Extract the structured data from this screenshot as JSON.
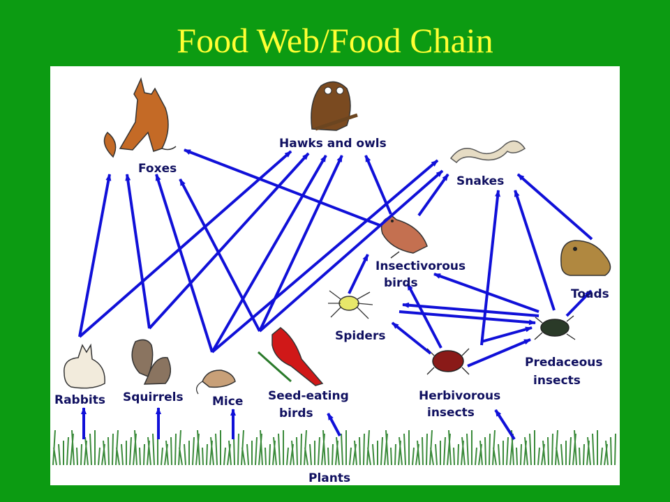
{
  "slide": {
    "title": "Food Web/Food Chain",
    "colors": {
      "background": "#0c9b12",
      "title": "#ffff33",
      "arrow": "#1010d8",
      "label": "#101060",
      "panel": "#ffffff"
    }
  },
  "organisms": {
    "foxes": "Foxes",
    "hawks_owls": "Hawks and owls",
    "snakes": "Snakes",
    "insectivorous_birds": [
      "Insectivorous",
      "birds"
    ],
    "toads": "Toads",
    "spiders": "Spiders",
    "predaceous_insects": [
      "Predaceous",
      "insects"
    ],
    "herbivorous_insects": [
      "Herbivorous",
      "insects"
    ],
    "rabbits": "Rabbits",
    "squirrels": "Squirrels",
    "mice": "Mice",
    "seed_eating_birds": [
      "Seed-eating",
      "birds"
    ],
    "plants": "Plants"
  },
  "icons": [
    "fox-icon",
    "owl-icon",
    "snake-icon",
    "bird-icon",
    "toad-icon",
    "spider-icon",
    "beetle-icon",
    "rabbit-icon",
    "squirrel-icon",
    "mouse-icon",
    "cardinal-icon",
    "grass-icon"
  ]
}
